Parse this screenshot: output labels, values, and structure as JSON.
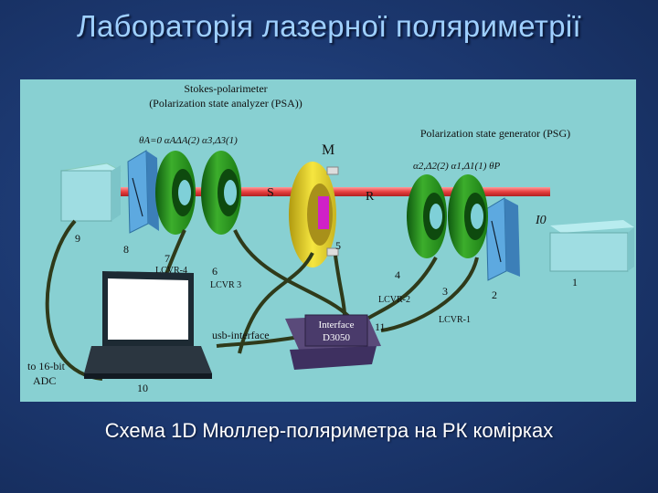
{
  "slide": {
    "title": "Лабораторія лазерної поляриметрії",
    "caption": "Схема 1D Мюллер-поляриметра на РК комірках"
  },
  "diagram": {
    "psa_title_line1": "Stokes-polarimeter",
    "psa_title_line2": "(Polarization state analyzer (PSA))",
    "psg_title": "Polarization state generator (PSG)",
    "psa_params": "θA=0  αAΔA(2)  α3,Δ3(1)",
    "psg_params": "α2,Δ2(2)  α1,Δ1(1)  θP",
    "label_M": "M",
    "label_S": "S",
    "label_R": "R",
    "label_I0": "I0",
    "labels": {
      "n1": "1",
      "n2": "2",
      "n3": "3",
      "n4": "4",
      "n5": "5",
      "n6": "6",
      "n7": "7",
      "n8": "8",
      "n9": "9",
      "n10": "10",
      "n11": "11",
      "lcvr1": "LCVR-1",
      "lcvr2": "LCVR-2",
      "lcvr3": "LCVR 3",
      "lcvr4": "LCVR-4",
      "usb": "usb-interface",
      "adc_line1": "to 16-bit",
      "adc_line2": "ADC",
      "interface_line1": "Interface",
      "interface_line2": "D3050"
    }
  }
}
